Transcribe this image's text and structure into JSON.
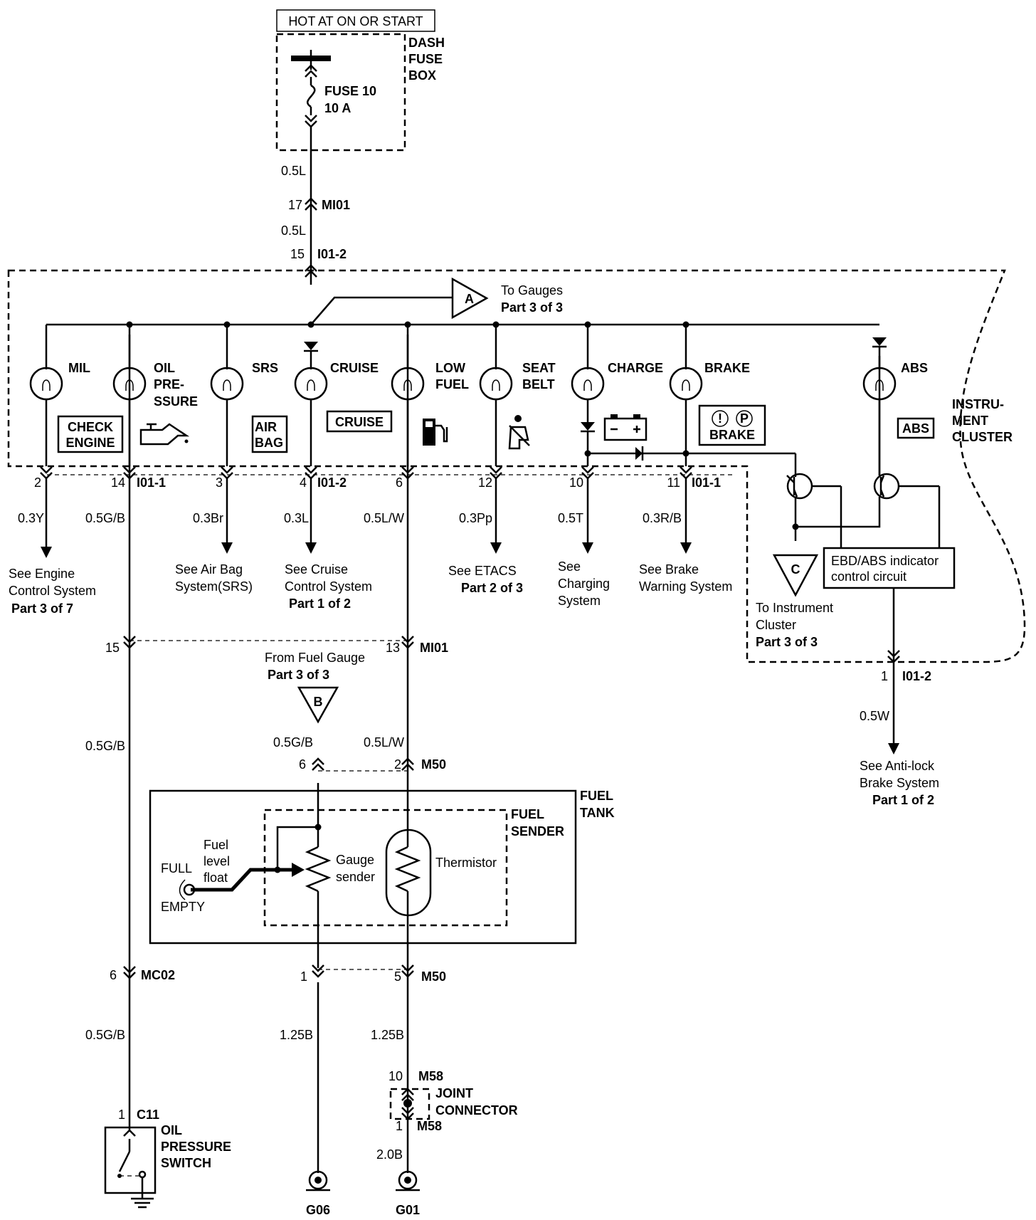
{
  "power": {
    "source": "HOT AT ON OR START",
    "fuse_box": [
      "DASH",
      "FUSE",
      "BOX"
    ],
    "fuse_name": "FUSE 10",
    "fuse_rating": "10 A",
    "wire1": "0.5L",
    "conn1_pin": "17",
    "conn1_name": "MI01",
    "wire2": "0.5L",
    "conn2_pin": "15",
    "conn2_name": "I01-2"
  },
  "cluster": {
    "label": [
      "INSTRU-",
      "MENT",
      "CLUSTER"
    ],
    "to_gauges": {
      "letter": "A",
      "line1": "To Gauges",
      "line2": "Part 3 of 3"
    },
    "indicators": [
      {
        "name": [
          "MIL"
        ],
        "badge": [
          "CHECK",
          "ENGINE"
        ]
      },
      {
        "name": [
          "OIL",
          "PRE-",
          "SSURE"
        ]
      },
      {
        "name": [
          "SRS"
        ],
        "badge": [
          "AIR",
          "BAG"
        ]
      },
      {
        "name": [
          "CRUISE"
        ],
        "badge": [
          "CRUISE"
        ]
      },
      {
        "name": [
          "LOW",
          "FUEL"
        ]
      },
      {
        "name": [
          "SEAT",
          "BELT"
        ]
      },
      {
        "name": [
          "CHARGE"
        ]
      },
      {
        "name": [
          "BRAKE"
        ],
        "badge": [
          "BRAKE"
        ],
        "symbols": [
          "!",
          "P"
        ]
      },
      {
        "name": [
          "ABS"
        ],
        "badge": [
          "ABS"
        ]
      }
    ],
    "outputs": [
      {
        "pin": "2",
        "wire": "0.3Y",
        "dest": [
          "See Engine",
          "Control System"
        ],
        "part": "Part 3 of 7"
      },
      {
        "pin": "14",
        "conn": "I01-1",
        "wire": "0.5G/B"
      },
      {
        "pin": "3",
        "wire": "0.3Br",
        "dest": [
          "See Air Bag",
          "System(SRS)"
        ]
      },
      {
        "pin": "4",
        "conn": "I01-2",
        "wire": "0.3L",
        "dest": [
          "See Cruise",
          "Control System"
        ],
        "part": "Part 1 of 2"
      },
      {
        "pin": "6",
        "wire": "0.5L/W"
      },
      {
        "pin": "12",
        "wire": "0.3Pp",
        "dest": [
          "See ETACS"
        ],
        "part": "Part 2 of 3"
      },
      {
        "pin": "10",
        "wire": "0.5T",
        "dest": [
          "See",
          "Charging",
          "System"
        ]
      },
      {
        "pin": "11",
        "conn": "I01-1",
        "wire": "0.3R/B",
        "dest": [
          "See Brake",
          "Warning System"
        ]
      }
    ],
    "to_cluster": {
      "letter": "C",
      "lines": [
        "To Instrument",
        "Cluster"
      ],
      "part": "Part 3 of 3"
    },
    "ebd_box": [
      "EBD/ABS indicator",
      "control circuit"
    ],
    "abs_out": {
      "pin": "1",
      "conn": "I01-2",
      "wire": "0.5W",
      "dest": [
        "See Anti-lock",
        "Brake System"
      ],
      "part": "Part 1 of 2"
    }
  },
  "lower": {
    "mi01_left_pin": "15",
    "mi01_right_pin": "13",
    "mi01_name": "MI01",
    "oil_wire": "0.5G/B",
    "from_gauge": {
      "letter": "B",
      "line1": "From Fuel Gauge",
      "line2": "Part 3 of 3"
    },
    "m50_top": {
      "pin_left": "6",
      "pin_right": "2",
      "name": "M50",
      "wire_left": "0.5G/B",
      "wire_right": "0.5L/W"
    },
    "fuel_tank": [
      "FUEL",
      "TANK"
    ],
    "fuel_sender": [
      "FUEL",
      "SENDER"
    ],
    "float": {
      "full": "FULL",
      "empty": "EMPTY",
      "label": [
        "Fuel",
        "level",
        "float"
      ]
    },
    "gauge_sender": [
      "Gauge",
      "sender"
    ],
    "thermistor": "Thermistor",
    "m50_bottom": {
      "pin_left": "1",
      "pin_right": "5",
      "name": "M50"
    },
    "mc02": {
      "pin": "6",
      "name": "MC02"
    },
    "oil_wire2": "0.5G/B",
    "ground_wire_left": "1.25B",
    "ground_wire_right": "1.25B",
    "m58_top": {
      "pin": "10",
      "name": "M58"
    },
    "joint": [
      "JOINT",
      "CONNECTOR"
    ],
    "m58_bottom": {
      "pin": "1",
      "name": "M58"
    },
    "wire_2b": "2.0B",
    "c11": {
      "pin": "1",
      "name": "C11"
    },
    "oil_switch": [
      "OIL",
      "PRESSURE",
      "SWITCH"
    ],
    "grounds": [
      "G06",
      "G01"
    ]
  }
}
